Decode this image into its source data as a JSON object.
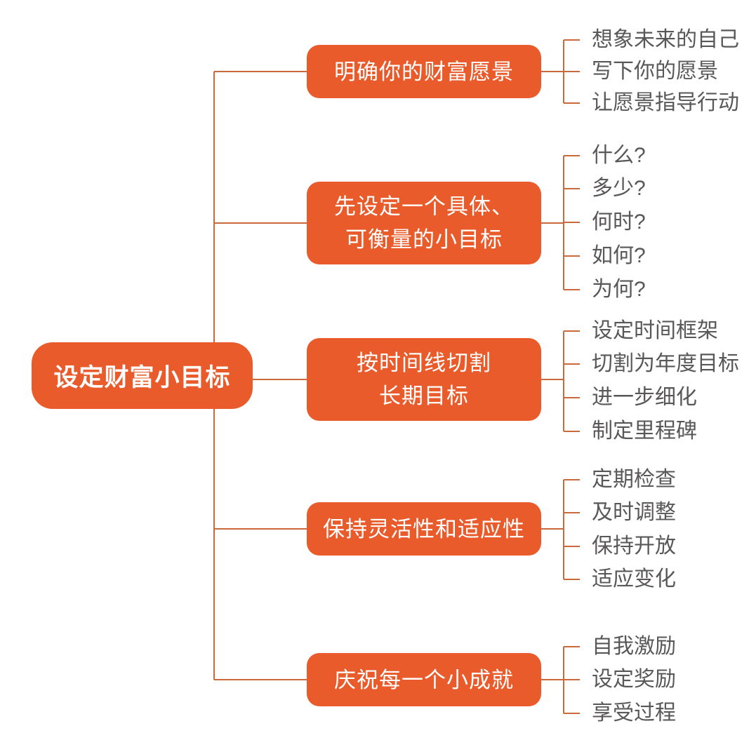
{
  "diagram": {
    "type": "mindmap",
    "title": "设定财富小目标"
  },
  "colors": {
    "node_fill": "#ea5b2b",
    "node_text": "#ffffff",
    "connector_line": "#c9693c",
    "leaf_text": "#595757",
    "background": "#ffffff"
  },
  "root": {
    "label": "设定财富小目标"
  },
  "branches": [
    {
      "label": "明确你的财富愿景",
      "lines": [
        "明确你的财富愿景"
      ],
      "children": [
        "想象未来的自己",
        "写下你的愿景",
        "让愿景指导行动"
      ]
    },
    {
      "label": "先设定一个具体、可衡量的小目标",
      "lines": [
        "先设定一个具体、",
        "可衡量的小目标"
      ],
      "children": [
        "什么?",
        "多少?",
        "何时?",
        "如何?",
        "为何?"
      ]
    },
    {
      "label": "按时间线切割长期目标",
      "lines": [
        "按时间线切割",
        "长期目标"
      ],
      "children": [
        "设定时间框架",
        "切割为年度目标",
        "进一步细化",
        "制定里程碑"
      ]
    },
    {
      "label": "保持灵活性和适应性",
      "lines": [
        "保持灵活性和适应性"
      ],
      "children": [
        "定期检查",
        "及时调整",
        "保持开放",
        "适应变化"
      ]
    },
    {
      "label": "庆祝每一个小成就",
      "lines": [
        "庆祝每一个小成就"
      ],
      "children": [
        "自我激励",
        "设定奖励",
        "享受过程"
      ]
    }
  ]
}
